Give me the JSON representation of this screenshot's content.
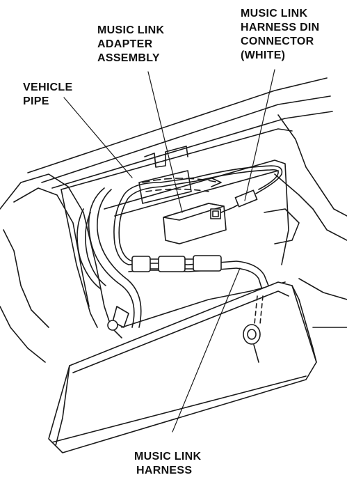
{
  "labels": {
    "adapter": [
      "MUSIC LINK",
      "ADAPTER",
      "ASSEMBLY"
    ],
    "din": [
      "MUSIC LINK",
      "HARNESS DIN",
      "CONNECTOR",
      "(WHITE)"
    ],
    "pipe": [
      "VEHICLE",
      "PIPE"
    ],
    "harness": [
      "MUSIC LINK",
      "HARNESS"
    ]
  }
}
